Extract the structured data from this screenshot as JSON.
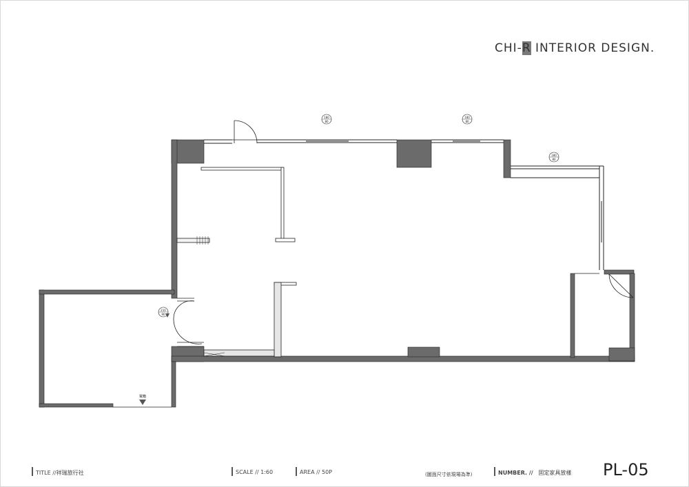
{
  "brand": {
    "prefix": "CHI-",
    "highlight": "R",
    "suffix": " INTERIOR  DESIGN."
  },
  "plan": {
    "window_tag_label": "180",
    "window_tag_sub": "80",
    "door_tag_label": "210",
    "door_tag_sub": "90",
    "meter_label": "電箱"
  },
  "title_block": {
    "title": "TITLE //祥瑞旅行社",
    "scale": "SCALE //   1:60",
    "area": "AREA // 50P",
    "note": "(圖面尺寸依現場為準)",
    "number_label": "NUMBER. //",
    "number_value": "固定家具放樣",
    "plan_number": "PL-05"
  }
}
